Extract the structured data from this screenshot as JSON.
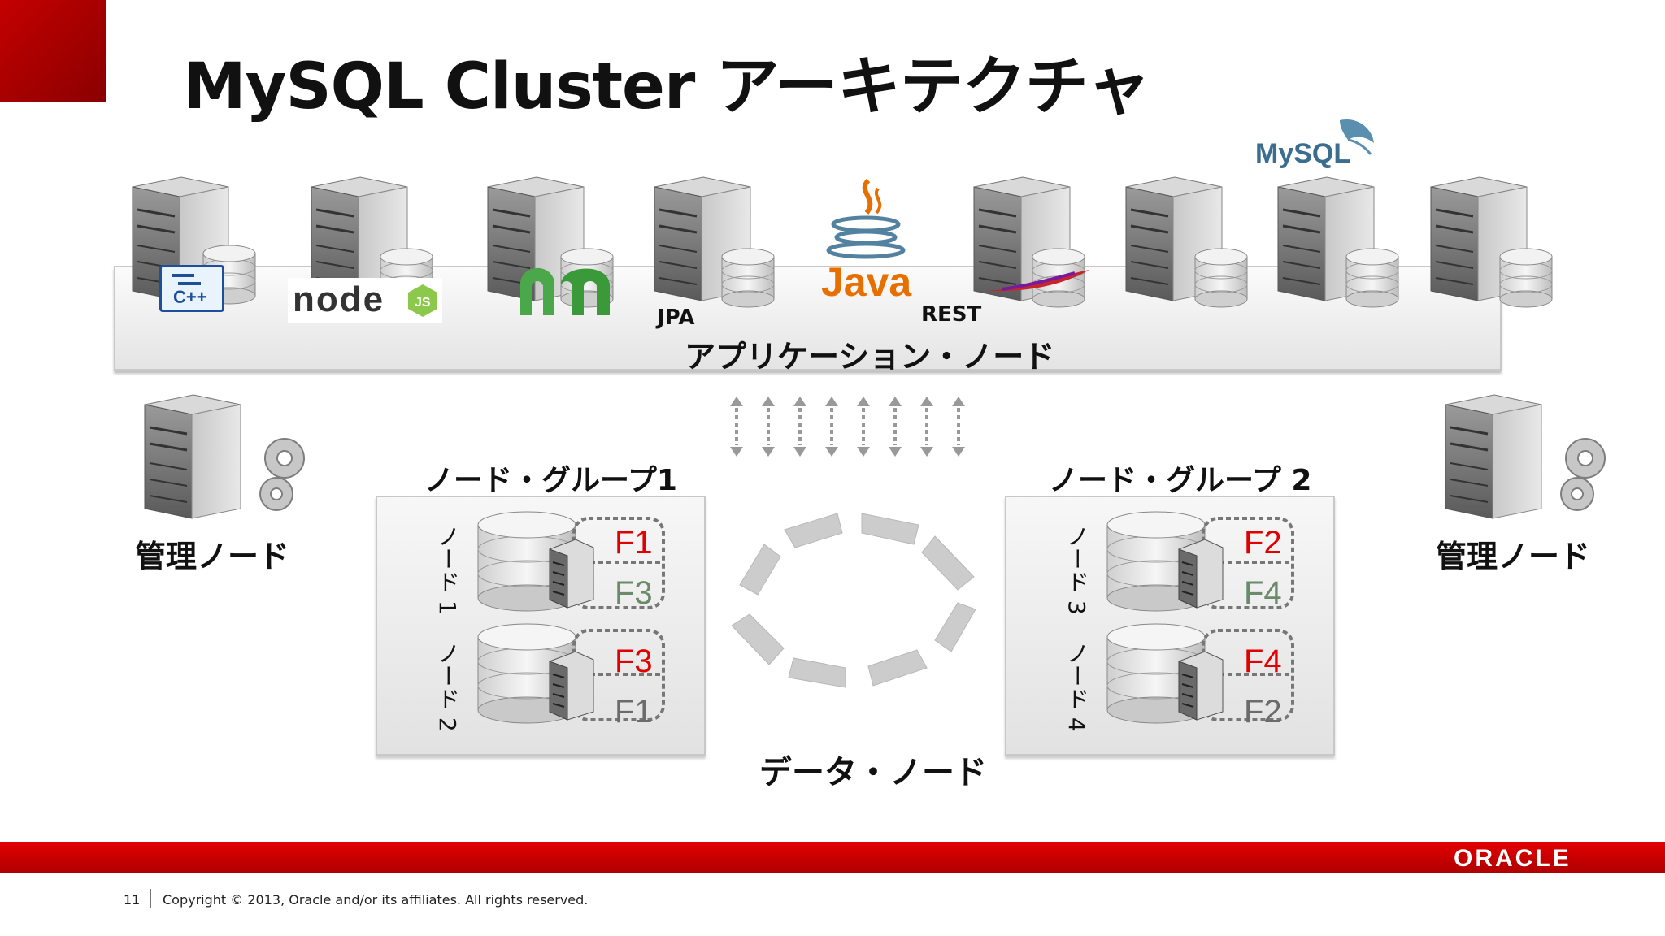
{
  "slide": {
    "title": "MySQL Cluster アーキテクチャ",
    "mysql_logo_text": "MySQL",
    "java_logo_text": "Java",
    "node_logo_text": "node",
    "label_jpa": "JPA",
    "label_rest": "REST",
    "app_node_label": "アプリケーション・ノード",
    "mgmt_node_left": "管理ノード",
    "mgmt_node_right": "管理ノード",
    "node_group_1": "ノード・グループ1",
    "node_group_2": "ノード・グループ 2",
    "nodes": [
      {
        "label": "ノード 1",
        "primary": "F1",
        "secondary": "F3"
      },
      {
        "label": "ノード 2",
        "primary": "F3",
        "secondary": "F1"
      },
      {
        "label": "ノード 3",
        "primary": "F2",
        "secondary": "F4"
      },
      {
        "label": "ノード 4",
        "primary": "F4",
        "secondary": "F2"
      }
    ],
    "data_node_label": "データ・ノード",
    "oracle_logo": "ORACLE",
    "page_number": "11",
    "copyright": "Copyright © 2013, Oracle and/or its affiliates. All rights reserved.",
    "colors": {
      "accent_red": "#cc0000",
      "primary_fragment": "#e00000",
      "secondary_fragment": "#6a8a6a"
    }
  }
}
